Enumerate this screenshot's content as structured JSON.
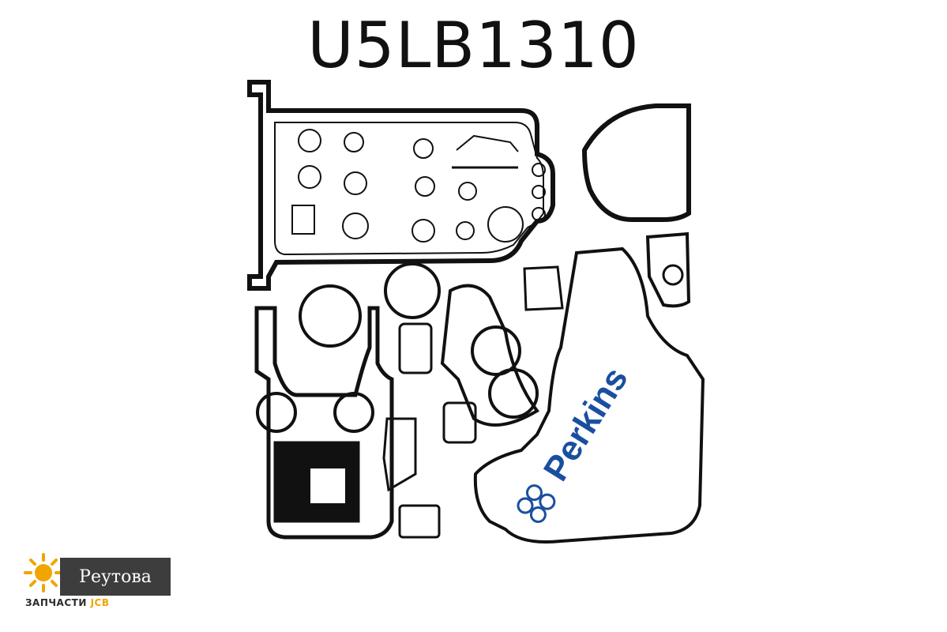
{
  "header": {
    "part_number": "U5LB1310"
  },
  "illustration": {
    "description_icon": "engine-gasket-set-icon",
    "brand_logo": {
      "text": "Perkins",
      "color": "#1a4fa0"
    }
  },
  "watermark": {
    "brand": "Реутова",
    "subtitle_prefix": "ЗАПЧАСТИ ",
    "subtitle_brand": "JCB",
    "accent_color": "#f0a500"
  }
}
